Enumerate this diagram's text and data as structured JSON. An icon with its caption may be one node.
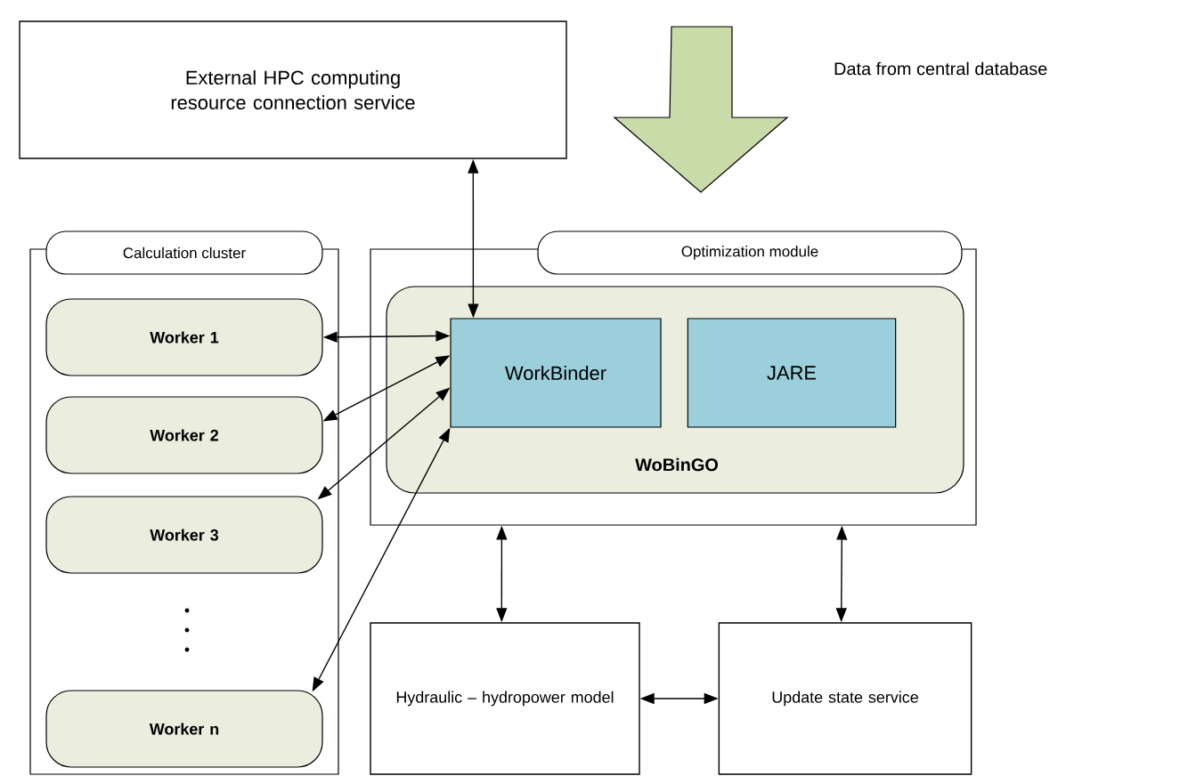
{
  "diagram": {
    "nodes": [
      {
        "text": [
          "External HPC computing resource connection service"
        ]
      },
      {
        "text": [
          "Calculation cluster"
        ]
      },
      {
        "text": [
          "Optimization module"
        ]
      },
      {
        "text": [
          "WoBinGO"
        ],
        "in": 2
      },
      {
        "text": [
          "WorkBinder"
        ],
        "in": 3
      },
      {
        "text": [
          "JARE"
        ],
        "in": 3
      },
      {
        "text": [
          "Worker 1"
        ],
        "in": 1
      },
      {
        "text": [
          "Worker 2"
        ],
        "in": 1
      },
      {
        "text": [
          "Worker 3"
        ],
        "in": 1
      },
      {
        "text": [
          "Worker n"
        ],
        "in": 1
      },
      {
        "text": [
          "Hydraulic – hydropower model"
        ]
      },
      {
        "text": [
          "Update state service"
        ]
      },
      {
        "text": [],
        "shape": "arrow",
        "beside": [
          "Data from central database"
        ]
      }
    ],
    "edges": [
      {
        "from": 4,
        "to": 0,
        "arrow": "both"
      },
      {
        "from": 6,
        "to": 4,
        "arrow": "both"
      },
      {
        "from": 7,
        "to": 4,
        "arrow": "both"
      },
      {
        "from": 8,
        "to": 4,
        "arrow": "both"
      },
      {
        "from": 9,
        "to": 4,
        "arrow": "both"
      },
      {
        "from": 2,
        "to": 10,
        "arrow": "both"
      },
      {
        "from": 2,
        "to": 11,
        "arrow": "both"
      },
      {
        "from": 10,
        "to": 11,
        "arrow": "both"
      }
    ]
  }
}
